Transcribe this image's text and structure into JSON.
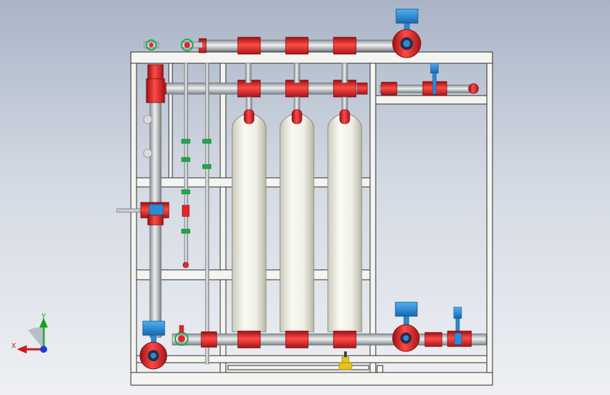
{
  "view": {
    "background_top": "#a9b4c7",
    "background_bottom": "#eef0f3"
  },
  "colors": {
    "frame": "#f4f4f0",
    "frame_edge": "#2a2a2a",
    "pipe": "#c8cccf",
    "pipe_dark": "#8e9498",
    "flange_red": "#e3262b",
    "flange_dark": "#9b1014",
    "vessel": "#f6f6ee",
    "actuator_blue": "#2a8bd6",
    "fitting_green": "#1fa84a",
    "valve_yellow": "#e7c21a"
  },
  "components": {
    "membrane_vessels": 3,
    "top_header": "inlet-header",
    "mid_header": "distribution-header",
    "bottom_header": "outlet-header",
    "butterfly_valves": [
      "valve-top-right",
      "valve-bottom-left",
      "valve-bottom-right"
    ],
    "ball_valves": [
      "ball-valve-top-right",
      "ball-valve-bottom-right"
    ],
    "drain_valve": "drain-valve-bottom"
  },
  "axis_triad": {
    "x_label": "X",
    "y_label": "Y",
    "x_color": "#d01818",
    "y_color": "#1aa11a",
    "z_color": "#1a3fd6"
  }
}
